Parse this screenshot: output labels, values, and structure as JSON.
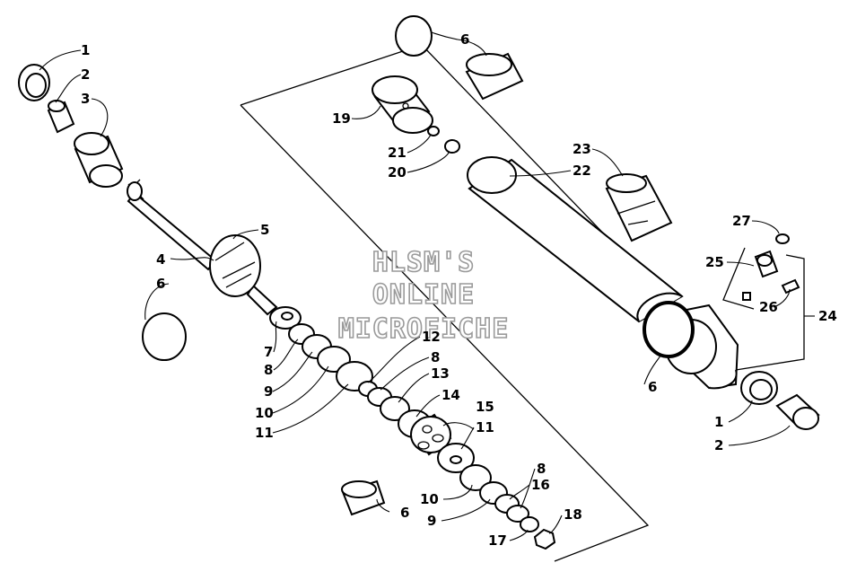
{
  "watermark": {
    "line1": "HLSM'S",
    "line2": "ONLINE",
    "line3": "MICROFICHE"
  },
  "callouts": [
    {
      "id": "c-1a",
      "text": "1"
    },
    {
      "id": "c-2a",
      "text": "2"
    },
    {
      "id": "c-3",
      "text": "3"
    },
    {
      "id": "c-4",
      "text": "4"
    },
    {
      "id": "c-5",
      "text": "5"
    },
    {
      "id": "c-6a",
      "text": "6"
    },
    {
      "id": "c-7",
      "text": "7"
    },
    {
      "id": "c-8a",
      "text": "8"
    },
    {
      "id": "c-9a",
      "text": "9"
    },
    {
      "id": "c-10a",
      "text": "10"
    },
    {
      "id": "c-11a",
      "text": "11"
    },
    {
      "id": "c-12",
      "text": "12"
    },
    {
      "id": "c-8b",
      "text": "8"
    },
    {
      "id": "c-13",
      "text": "13"
    },
    {
      "id": "c-14",
      "text": "14"
    },
    {
      "id": "c-15",
      "text": "15"
    },
    {
      "id": "c-11b",
      "text": "11"
    },
    {
      "id": "c-8c",
      "text": "8"
    },
    {
      "id": "c-16",
      "text": "16"
    },
    {
      "id": "c-10b",
      "text": "10"
    },
    {
      "id": "c-9b",
      "text": "9"
    },
    {
      "id": "c-18",
      "text": "18"
    },
    {
      "id": "c-17",
      "text": "17"
    },
    {
      "id": "c-6b",
      "text": "6"
    },
    {
      "id": "c-6c",
      "text": "6"
    },
    {
      "id": "c-19",
      "text": "19"
    },
    {
      "id": "c-21",
      "text": "21"
    },
    {
      "id": "c-20",
      "text": "20"
    },
    {
      "id": "c-23",
      "text": "23"
    },
    {
      "id": "c-22",
      "text": "22"
    },
    {
      "id": "c-27",
      "text": "27"
    },
    {
      "id": "c-25",
      "text": "25"
    },
    {
      "id": "c-26",
      "text": "26"
    },
    {
      "id": "c-24",
      "text": "24"
    },
    {
      "id": "c-6d",
      "text": "6"
    },
    {
      "id": "c-1b",
      "text": "1"
    },
    {
      "id": "c-2b",
      "text": "2"
    }
  ]
}
